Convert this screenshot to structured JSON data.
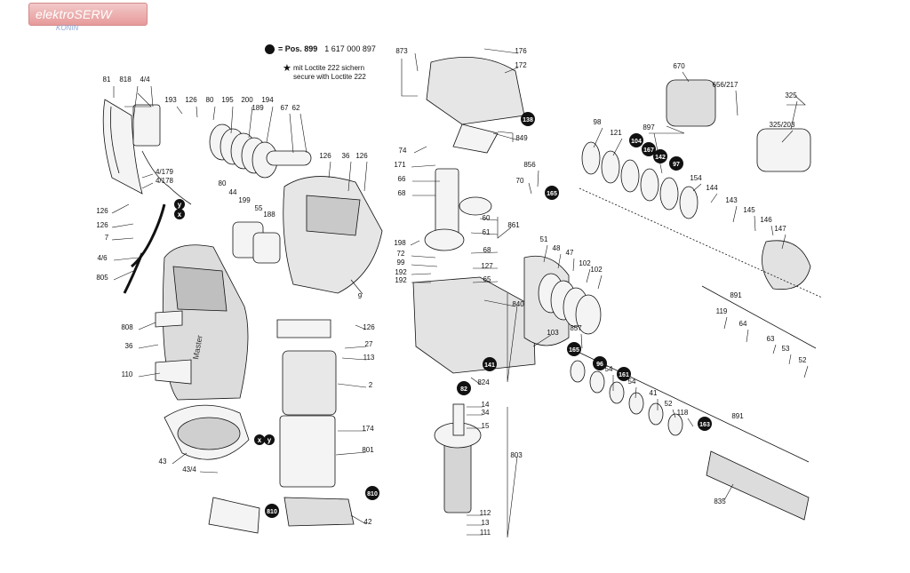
{
  "watermark": {
    "brand": "elektroSERW",
    "city": "KONIN"
  },
  "legend": {
    "dot_label": "= Pos. 899",
    "dot_part_no": "1 617 000 897",
    "star_note_de": "mit Loctite 222 sichern",
    "star_note_en": "secure with Loctite 222"
  },
  "labels": [
    {
      "id": "81",
      "text": "81"
    },
    {
      "id": "818",
      "text": "818"
    },
    {
      "id": "4/4",
      "text": "4/4"
    },
    {
      "id": "193",
      "text": "193"
    },
    {
      "id": "126a",
      "text": "126"
    },
    {
      "id": "80a",
      "text": "80"
    },
    {
      "id": "195",
      "text": "195"
    },
    {
      "id": "200",
      "text": "200"
    },
    {
      "id": "189",
      "text": "189"
    },
    {
      "id": "194",
      "text": "194"
    },
    {
      "id": "67",
      "text": "67"
    },
    {
      "id": "62",
      "text": "62"
    },
    {
      "id": "4/179",
      "text": "4/179"
    },
    {
      "id": "4/178",
      "text": "4/178"
    },
    {
      "id": "126b",
      "text": "126"
    },
    {
      "id": "126c",
      "text": "126"
    },
    {
      "id": "7",
      "text": "7"
    },
    {
      "id": "4/6",
      "text": "4/6"
    },
    {
      "id": "805",
      "text": "805"
    },
    {
      "id": "80b",
      "text": "80"
    },
    {
      "id": "44",
      "text": "44"
    },
    {
      "id": "199",
      "text": "199"
    },
    {
      "id": "55",
      "text": "55"
    },
    {
      "id": "188",
      "text": "188"
    },
    {
      "id": "126d",
      "text": "126"
    },
    {
      "id": "36a",
      "text": "36"
    },
    {
      "id": "126e",
      "text": "126"
    },
    {
      "id": "9",
      "text": "9"
    },
    {
      "id": "808",
      "text": "808"
    },
    {
      "id": "36b",
      "text": "36"
    },
    {
      "id": "110",
      "text": "110"
    },
    {
      "id": "126f",
      "text": "126"
    },
    {
      "id": "27",
      "text": "27"
    },
    {
      "id": "113",
      "text": "113"
    },
    {
      "id": "2",
      "text": "2"
    },
    {
      "id": "174",
      "text": "174"
    },
    {
      "id": "801",
      "text": "801"
    },
    {
      "id": "43",
      "text": "43"
    },
    {
      "id": "43/4",
      "text": "43/4"
    },
    {
      "id": "42",
      "text": "42"
    },
    {
      "id": "873",
      "text": "873"
    },
    {
      "id": "176",
      "text": "176"
    },
    {
      "id": "172",
      "text": "172"
    },
    {
      "id": "849",
      "text": "849"
    },
    {
      "id": "74",
      "text": "74"
    },
    {
      "id": "171",
      "text": "171"
    },
    {
      "id": "66",
      "text": "66"
    },
    {
      "id": "68a",
      "text": "68"
    },
    {
      "id": "856",
      "text": "856"
    },
    {
      "id": "70",
      "text": "70"
    },
    {
      "id": "60",
      "text": "60"
    },
    {
      "id": "61",
      "text": "61"
    },
    {
      "id": "861",
      "text": "861"
    },
    {
      "id": "198",
      "text": "198"
    },
    {
      "id": "72",
      "text": "72"
    },
    {
      "id": "99",
      "text": "99"
    },
    {
      "id": "68b",
      "text": "68"
    },
    {
      "id": "127",
      "text": "127"
    },
    {
      "id": "192a",
      "text": "192"
    },
    {
      "id": "192b",
      "text": "192"
    },
    {
      "id": "65",
      "text": "65"
    },
    {
      "id": "840",
      "text": "840"
    },
    {
      "id": "103",
      "text": "103"
    },
    {
      "id": "824",
      "text": "824"
    },
    {
      "id": "14",
      "text": "14"
    },
    {
      "id": "34",
      "text": "34"
    },
    {
      "id": "15",
      "text": "15"
    },
    {
      "id": "803",
      "text": "803"
    },
    {
      "id": "112",
      "text": "112"
    },
    {
      "id": "13",
      "text": "13"
    },
    {
      "id": "111",
      "text": "111"
    },
    {
      "id": "670",
      "text": "670"
    },
    {
      "id": "656/217",
      "text": "656/217"
    },
    {
      "id": "325",
      "text": "325"
    },
    {
      "id": "325/203",
      "text": "325/203"
    },
    {
      "id": "98",
      "text": "98"
    },
    {
      "id": "121",
      "text": "121"
    },
    {
      "id": "897",
      "text": "897"
    },
    {
      "id": "154",
      "text": "154"
    },
    {
      "id": "144",
      "text": "144"
    },
    {
      "id": "143",
      "text": "143"
    },
    {
      "id": "145",
      "text": "145"
    },
    {
      "id": "146",
      "text": "146"
    },
    {
      "id": "147",
      "text": "147"
    },
    {
      "id": "51",
      "text": "51"
    },
    {
      "id": "48",
      "text": "48"
    },
    {
      "id": "47",
      "text": "47"
    },
    {
      "id": "102a",
      "text": "102"
    },
    {
      "id": "102b",
      "text": "102"
    },
    {
      "id": "891a",
      "text": "891"
    },
    {
      "id": "119",
      "text": "119"
    },
    {
      "id": "64",
      "text": "64"
    },
    {
      "id": "63",
      "text": "63"
    },
    {
      "id": "53",
      "text": "53"
    },
    {
      "id": "52a",
      "text": "52"
    },
    {
      "id": "857",
      "text": "857"
    },
    {
      "id": "54a",
      "text": "54"
    },
    {
      "id": "54b",
      "text": "54"
    },
    {
      "id": "41",
      "text": "41"
    },
    {
      "id": "52b",
      "text": "52"
    },
    {
      "id": "118",
      "text": "118"
    },
    {
      "id": "891b",
      "text": "891"
    },
    {
      "id": "835",
      "text": "835"
    }
  ],
  "badges": [
    {
      "id": "b138",
      "text": "138"
    },
    {
      "id": "b165a",
      "text": "165"
    },
    {
      "id": "b104",
      "text": "104"
    },
    {
      "id": "b167",
      "text": "167"
    },
    {
      "id": "b142",
      "text": "142"
    },
    {
      "id": "b97",
      "text": "97"
    },
    {
      "id": "b141",
      "text": "141"
    },
    {
      "id": "b82",
      "text": "82"
    },
    {
      "id": "b165b",
      "text": "165"
    },
    {
      "id": "b96",
      "text": "96"
    },
    {
      "id": "b161",
      "text": "161"
    },
    {
      "id": "b163",
      "text": "163"
    },
    {
      "id": "b810a",
      "text": "810"
    },
    {
      "id": "b810b",
      "text": "810"
    },
    {
      "id": "by1",
      "text": "y"
    },
    {
      "id": "bx1",
      "text": "x"
    },
    {
      "id": "bx2",
      "text": "x"
    },
    {
      "id": "by2",
      "text": "y"
    }
  ],
  "housing_brand": "Master",
  "colors": {
    "ink": "#111111",
    "part_fill": "#f4f4f4",
    "part_shade": "#cfcfcf",
    "badge": "#111111"
  }
}
